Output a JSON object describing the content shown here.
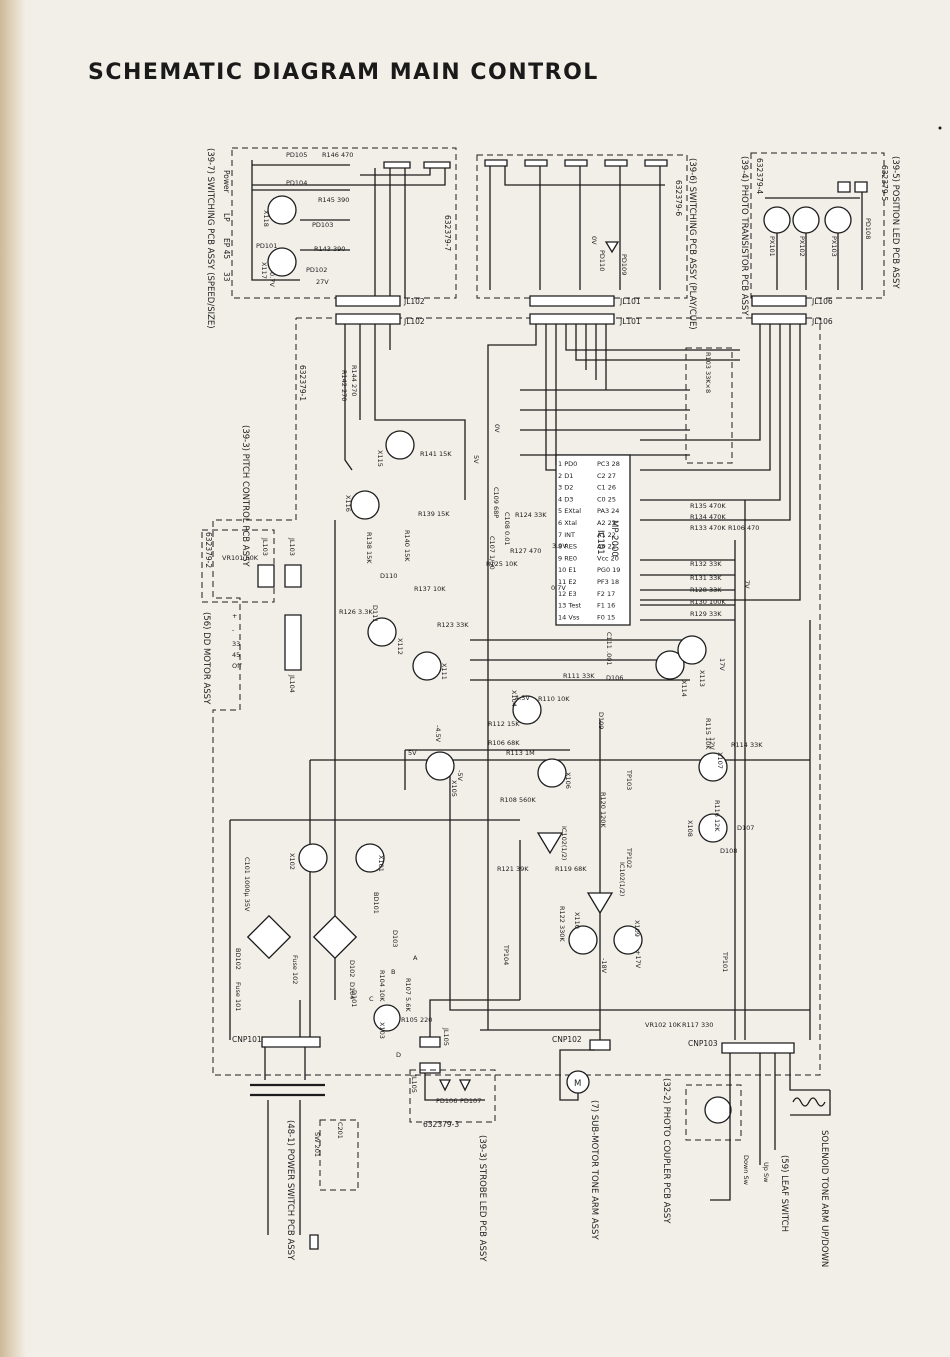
{
  "title": "SCHEMATIC DIAGRAM MAIN CONTROL",
  "boards": {
    "speed_size": "(39-7) SWITCHING PCB ASSY (SPEED/SIZE)",
    "play_cue": "(39-6) SWITCHING PCB ASSY (PLAY/CUE)",
    "photo_transistor": "(39-4) PHOTO TRANSISTOR PCB ASSY",
    "position_led": "(39-5) POSITION LED PCB ASSY",
    "pitch_control": "(39-3) PITCH CONTROL PCB ASSY",
    "dd_motor": "(56) DD MOTOR ASSY",
    "power_switch": "(48-1) POWER SWITCH PCB ASSY",
    "strobe_led": "(39-3) STROBE LED PCB ASSY",
    "sub_motor": "(7) SUB-MOTOR TONE ARM ASSY",
    "photo_coupler": "(32-2) PHOTO COUPLER PCB ASSY",
    "leaf_switch": "(59) LEAF SWITCH",
    "solenoid": "SOLENOID TONE ARM UP/DOWN"
  },
  "part_numbers": {
    "sw_left": "632379-7",
    "sw_mid": "632379-6",
    "photo_a": "632379-4",
    "photo_b": "632379-5",
    "main": "632379-1",
    "pitch": "632379-2",
    "strobe": "632379-3"
  },
  "connectors": {
    "jl102": "JL102",
    "jl101": "JL101",
    "jl106": "JL106",
    "jl103": "JL103",
    "jl104": "JL104",
    "jl105": "JL105",
    "cnp101": "CNP101",
    "cnp102": "CNP102",
    "cnp103": "CNP103"
  },
  "speed_labels": [
    "Power",
    "LP",
    "EP 45",
    "33"
  ],
  "switch_box": [
    {
      "name": "PD105",
      "res": "R146 470"
    },
    {
      "name": "PD104",
      "res": "R145 390"
    },
    {
      "name": "PD103",
      "res": "R143 390"
    },
    {
      "name": "PD102",
      "res": "27V"
    },
    {
      "name": "X118",
      "res": "PD101"
    },
    {
      "name": "X117",
      "res": "0.7V"
    }
  ],
  "play_cue_parts": {
    "pd": "PD109",
    "pd_alt": "PD110",
    "v": "0V"
  },
  "photo_parts": [
    "PX101",
    "PX102",
    "PX103",
    "PD108"
  ],
  "ic": {
    "name": "IC101",
    "type": "MP 2000",
    "left_pins": [
      "1 PD0",
      "2 D1",
      "3 D2",
      "4 D3",
      "5 EXtal",
      "6 Xtal",
      "7 INT",
      "8 RES",
      "9 RE0",
      "10 E1",
      "11 E2",
      "12 E3",
      "13 Test",
      "14 Vss"
    ],
    "right_pins": [
      "PC3 28",
      "C2 27",
      "C1 26",
      "C0 25",
      "PA3 24",
      "A2 23",
      "A1 22",
      "A0 21",
      "Vcc 20",
      "PG0 19",
      "PF3 18",
      "F2 17",
      "F1 16",
      "F0 15"
    ]
  },
  "resistors": [
    {
      "id": "r103",
      "text": "R103 33K×8"
    },
    {
      "id": "r135",
      "text": "R135 470K"
    },
    {
      "id": "r134",
      "text": "R134 470K"
    },
    {
      "id": "r133",
      "text": "R133 470K"
    },
    {
      "id": "r106",
      "text": "R106 470"
    },
    {
      "id": "r132",
      "text": "R132 33K"
    },
    {
      "id": "r131",
      "text": "R131 33K"
    },
    {
      "id": "r128",
      "text": "R128 33K"
    },
    {
      "id": "r130",
      "text": "R130 100K"
    },
    {
      "id": "r129",
      "text": "R129 33K"
    },
    {
      "id": "r141",
      "text": "R141 15K"
    },
    {
      "id": "r139",
      "text": "R139 15K"
    },
    {
      "id": "r140",
      "text": "R140 15K"
    },
    {
      "id": "r138",
      "text": "R138 15K"
    },
    {
      "id": "r144",
      "text": "R144 270"
    },
    {
      "id": "r142",
      "text": "R142 270"
    },
    {
      "id": "r124",
      "text": "R124 33K"
    },
    {
      "id": "r127",
      "text": "R127 470"
    },
    {
      "id": "r125",
      "text": "R125 10K"
    },
    {
      "id": "r137",
      "text": "R137 10K"
    },
    {
      "id": "r126",
      "text": "R126 3.3K"
    },
    {
      "id": "r123",
      "text": "R123 33K"
    },
    {
      "id": "r111",
      "text": "R111 33K"
    },
    {
      "id": "r110",
      "text": "R110 10K"
    },
    {
      "id": "r112",
      "text": "R112 15K"
    },
    {
      "id": "r106b",
      "text": "R106 68K"
    },
    {
      "id": "r113",
      "text": "R113 1M"
    },
    {
      "id": "r108",
      "text": "R108 560K"
    },
    {
      "id": "r120",
      "text": "R120 120K"
    },
    {
      "id": "r121",
      "text": "R121 39K"
    },
    {
      "id": "r119",
      "text": "R119 68K"
    },
    {
      "id": "r122",
      "text": "R122 330K"
    },
    {
      "id": "r114",
      "text": "R114 33K"
    },
    {
      "id": "r116",
      "text": "R116 12K"
    },
    {
      "id": "r115",
      "text": "R115 10K"
    },
    {
      "id": "r117",
      "text": "R117 330"
    },
    {
      "id": "r105",
      "text": "R105 220"
    },
    {
      "id": "r107",
      "text": "R107 5.6K"
    },
    {
      "id": "r104",
      "text": "R104 10K"
    },
    {
      "id": "vr102",
      "text": "VR102 10K"
    },
    {
      "id": "vr101",
      "text": "VR101 50K"
    }
  ],
  "transistors": [
    "X101",
    "X102",
    "X103",
    "X104",
    "X105",
    "X106",
    "X107",
    "X108",
    "X109",
    "X110",
    "X111",
    "X112",
    "X113",
    "X114",
    "X115",
    "X116"
  ],
  "diodes": [
    "D101",
    "D102",
    "D103",
    "D104",
    "D106",
    "D107",
    "D108",
    "D109",
    "D110",
    "D111"
  ],
  "caps": [
    {
      "id": "c109",
      "text": "C109 68P"
    },
    {
      "id": "c108",
      "text": "C108 0.01"
    },
    {
      "id": "c107",
      "text": "C107 1/50"
    },
    {
      "id": "c111",
      "text": "C111 .001"
    },
    {
      "id": "c101",
      "text": "C101 1000μ 35V"
    },
    {
      "id": "c201",
      "text": "C201"
    }
  ],
  "ics2": [
    "IC102(1/2)",
    "IC102(1/2)"
  ],
  "bridges": [
    "BD101",
    "BD102"
  ],
  "fuses": [
    "Fuse 101",
    "Fuse 102"
  ],
  "testpoints": [
    "TP101",
    "TP102",
    "TP103",
    "TP104"
  ],
  "voltages": [
    "0V",
    "5V",
    "3.9V",
    "4.5V",
    "-4.5V",
    "-5V",
    "12V",
    "17V",
    "-18V",
    "+17V",
    "5V",
    "0.7V",
    "7V"
  ],
  "markers": [
    "A",
    "B",
    "C",
    "D"
  ],
  "pd_strobe": [
    "PD106",
    "PD107"
  ],
  "motor_label": "M",
  "switch_labels": {
    "sw201": "SW 201",
    "down": "Down Sw",
    "up": "Up Sw"
  },
  "dd_pins": [
    "+",
    "-",
    "33",
    "45",
    "Off"
  ],
  "pitch_pins": [
    "1",
    "2",
    "3"
  ]
}
